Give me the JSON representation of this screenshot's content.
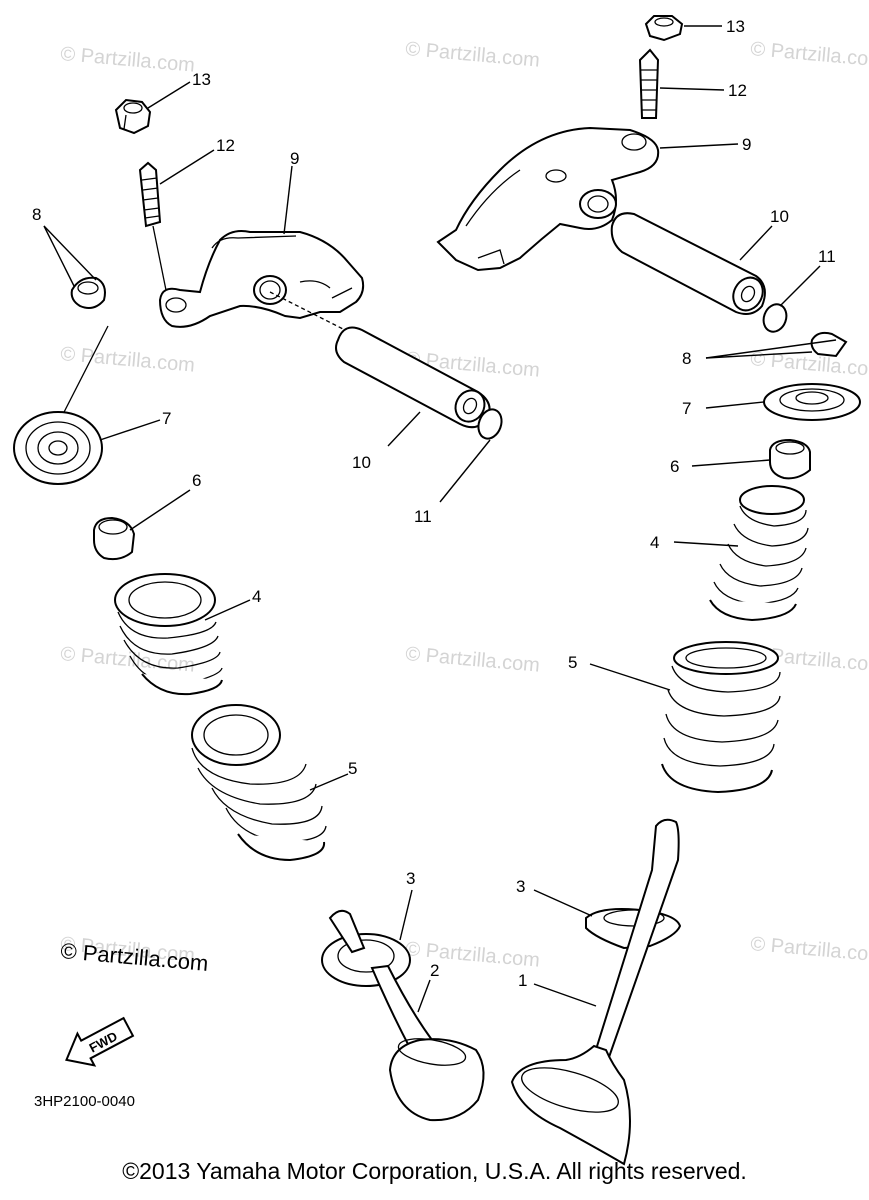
{
  "watermarks": [
    "© Partzilla.com",
    "© Partzilla.com",
    "© Partzilla.com",
    "© Partzilla.com",
    "© Partzilla.com",
    "© Partzilla.com",
    "© Partzilla.com",
    "© Partzilla.com",
    "© Partzilla.com",
    "© Partzilla.com",
    "© Partzilla.com",
    "© Partzilla.com"
  ],
  "labels": {
    "l1": "1",
    "l2": "2",
    "l3a": "3",
    "l3b": "3",
    "l4a": "4",
    "l4b": "4",
    "l5a": "5",
    "l5b": "5",
    "l6a": "6",
    "l6b": "6",
    "l7a": "7",
    "l7b": "7",
    "l8a": "8",
    "l8b": "8",
    "l9a": "9",
    "l9b": "9",
    "l10a": "10",
    "l10b": "10",
    "l11a": "11",
    "l11b": "11",
    "l12a": "12",
    "l12b": "12",
    "l13a": "13",
    "l13b": "13"
  },
  "site_mark": "© Partzilla.com",
  "fwd_label": "FWD",
  "diagram_code": "3HP2100-0040",
  "copyright": "©2013 Yamaha Motor Corporation, U.S.A. All rights reserved."
}
